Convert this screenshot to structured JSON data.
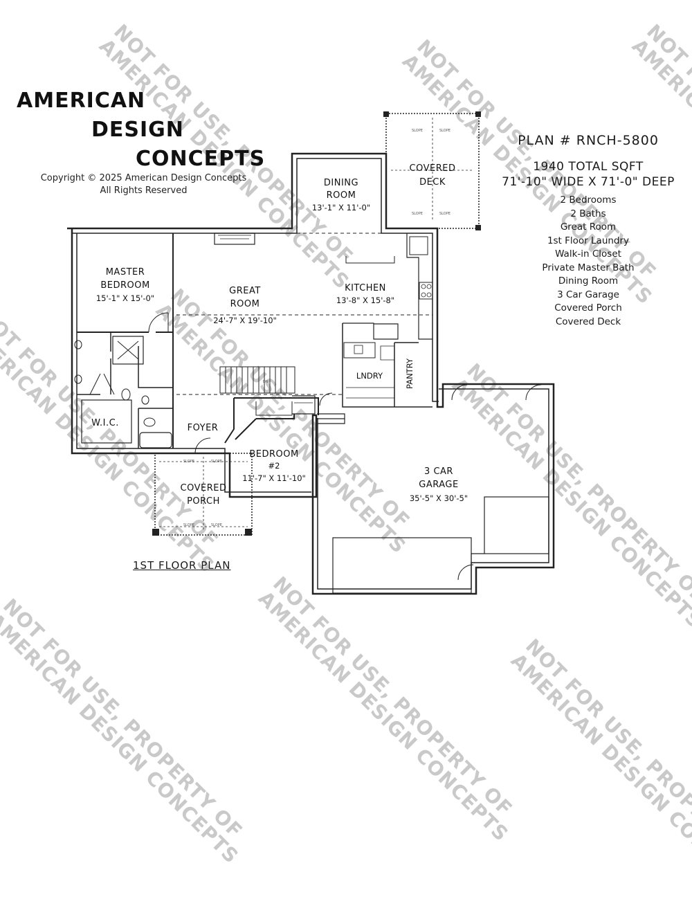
{
  "brand": {
    "line1": "AMERICAN",
    "line2": "DESIGN",
    "line3": "CONCEPTS",
    "copyright": "Copyright © 2025 American Design Concepts",
    "rights": "All Rights Reserved"
  },
  "plan": {
    "number": "PLAN # RNCH-5800",
    "total_sqft": "1940 TOTAL SQFT",
    "dimensions": "71'-10\" WIDE X 71'-0\" DEEP",
    "features": [
      "2 Bedrooms",
      "2 Baths",
      "Great Room",
      "1st Floor Laundry",
      "Walk-in Closet",
      "Private Master Bath",
      "Dining Room",
      "3 Car Garage",
      "Covered Porch",
      "Covered Deck"
    ]
  },
  "floor_label": "1ST FLOOR PLAN",
  "rooms": {
    "dining": {
      "name1": "DINING",
      "name2": "ROOM",
      "size": "13'-1\" X 11'-0\""
    },
    "deck": {
      "name1": "COVERED",
      "name2": "DECK"
    },
    "master": {
      "name1": "MASTER",
      "name2": "BEDROOM",
      "size": "15'-1\" X 15'-0\""
    },
    "great": {
      "name1": "GREAT",
      "name2": "ROOM",
      "size": "24'-7\" X 19'-10\""
    },
    "kitchen": {
      "name": "KITCHEN",
      "size": "13'-8\" X 15'-8\""
    },
    "laundry": {
      "name": "LNDRY"
    },
    "pantry": {
      "name": "PANTRY"
    },
    "wic": {
      "name": "W.I.C."
    },
    "foyer": {
      "name": "FOYER"
    },
    "bedroom2": {
      "name1": "BEDROOM",
      "name2": "#2",
      "size": "11'-7\" X 11'-10\""
    },
    "porch": {
      "name1": "COVERED",
      "name2": "PORCH"
    },
    "garage": {
      "name1": "3 CAR",
      "name2": "GARAGE",
      "size": "35'-5\" X 30'-5\""
    }
  },
  "watermark": {
    "line1": "NOT FOR USE, PROPERTY OF",
    "line2": "AMERICAN DESIGN CONCEPTS"
  },
  "slope_label": "SLOPE",
  "stair_label": "DN"
}
